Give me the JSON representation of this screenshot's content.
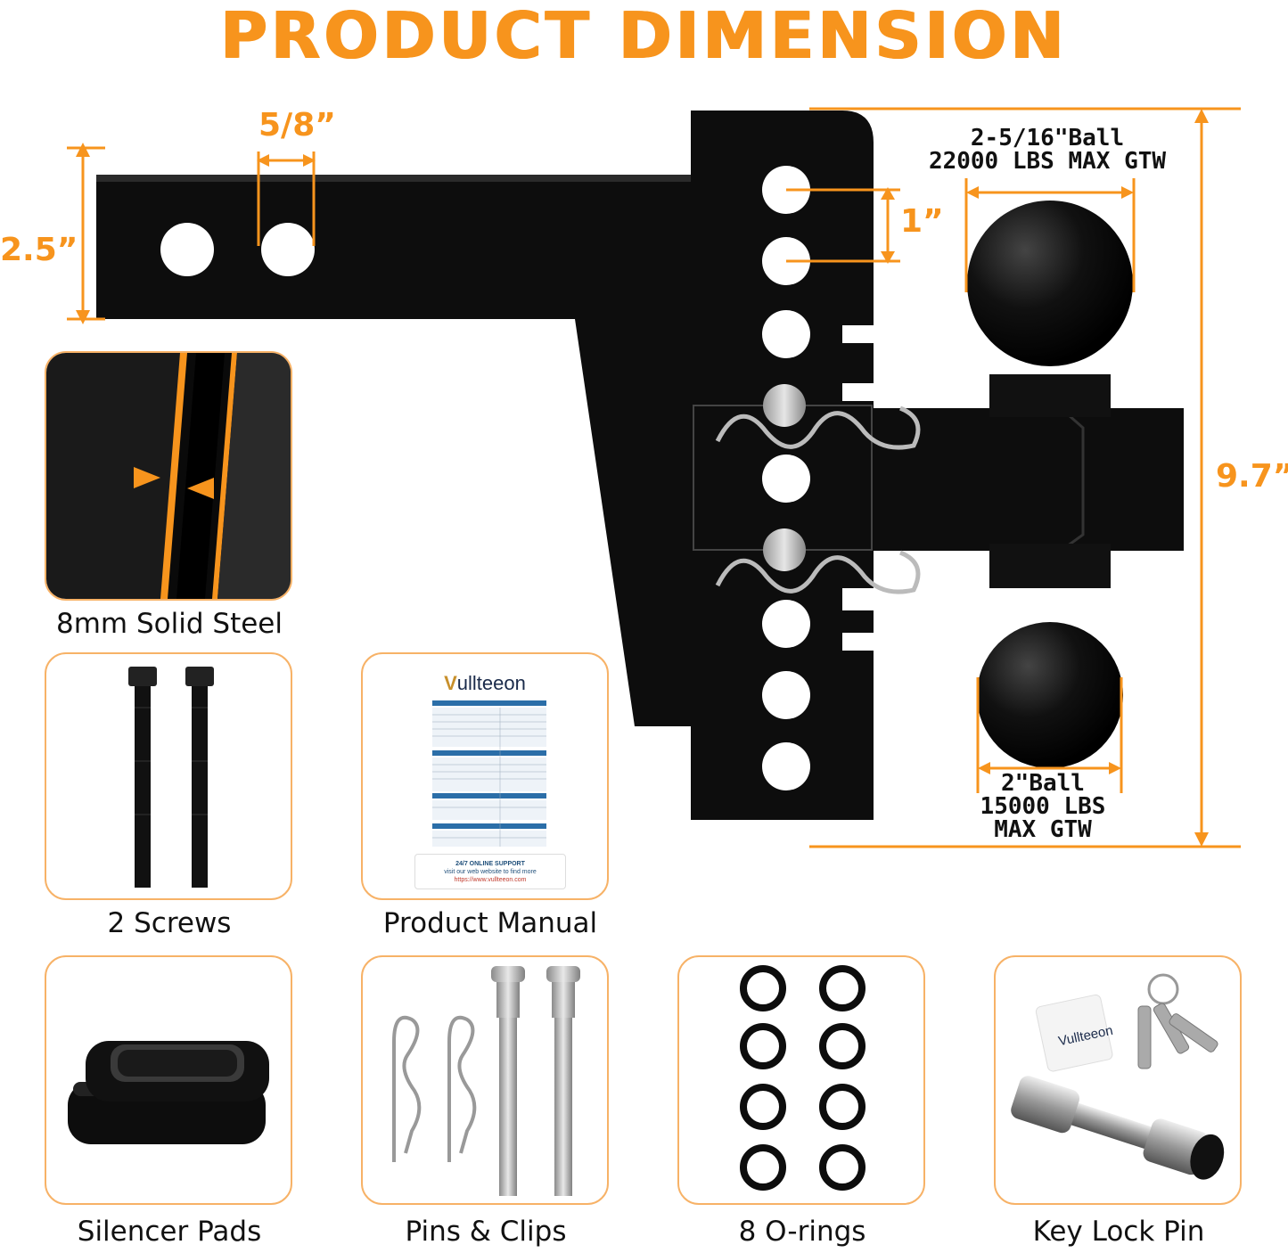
{
  "title": "PRODUCT DIMENSION",
  "dimensions": {
    "hole_spacing": "5/8”",
    "shank_height": "2.5”",
    "hole_pitch": "1”",
    "total_height": "9.7”"
  },
  "upper_ball": {
    "size": "2-5/16\"Ball",
    "rating": "22000 LBS MAX GTW"
  },
  "lower_ball": {
    "size": "2\"Ball",
    "rating_line1": "15000 LBS",
    "rating_line2": "MAX GTW"
  },
  "accessories": [
    {
      "caption": "8mm Solid Steel",
      "icon": "steel-cross-section"
    },
    {
      "caption": "2 Screws",
      "icon": "screws"
    },
    {
      "caption": "Product Manual",
      "icon": "manual"
    },
    {
      "caption": "Silencer Pads",
      "icon": "silencer-pads"
    },
    {
      "caption": "Pins & Clips",
      "icon": "pins-clips"
    },
    {
      "caption": "8 O-rings",
      "icon": "o-rings"
    },
    {
      "caption": "Key Lock Pin",
      "icon": "key-lock-pin"
    }
  ],
  "manual": {
    "brand_first": "V",
    "brand_rest": "ullteeon",
    "support_title": "24/7 ONLINE SUPPORT",
    "support_sub": "visit our web website to find more",
    "support_url": "https://www.vullteeon.com"
  },
  "keytag": {
    "brand": "Vullteeon"
  },
  "colors": {
    "accent": "#f7941d",
    "steel": "#0d0d0d",
    "card_border": "#f7b267"
  }
}
